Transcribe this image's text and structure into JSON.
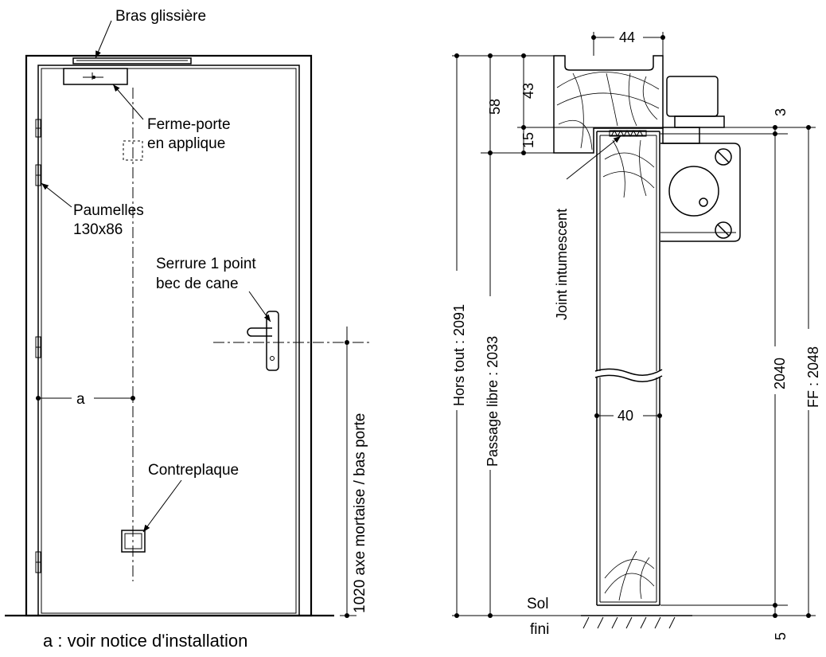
{
  "front_view": {
    "bras_glissiere": "Bras glissière",
    "ferme_porte_line1": "Ferme-porte",
    "ferme_porte_line2": "en applique",
    "paumelles_line1": "Paumelles",
    "paumelles_line2": "130x86",
    "serrure_line1": "Serrure 1 point",
    "serrure_line2": "bec de  cane",
    "dimension_a": "a",
    "contreplaque": "Contreplaque",
    "axe_mortaise": "1020 axe mortaise / bas porte",
    "note": "a : voir notice d'installation"
  },
  "section_view": {
    "dim_44": "44",
    "dim_43": "43",
    "dim_58": "58",
    "dim_15": "15",
    "dim_3": "3",
    "dim_40": "40",
    "dim_5": "5",
    "joint_intumescent": "Joint intumescent",
    "hors_tout": "Hors tout : 2091",
    "passage_libre": "Passage libre : 2033",
    "dim_2040": "2040",
    "ff": "FF : 2048",
    "sol": "Sol",
    "fini": "fini"
  }
}
